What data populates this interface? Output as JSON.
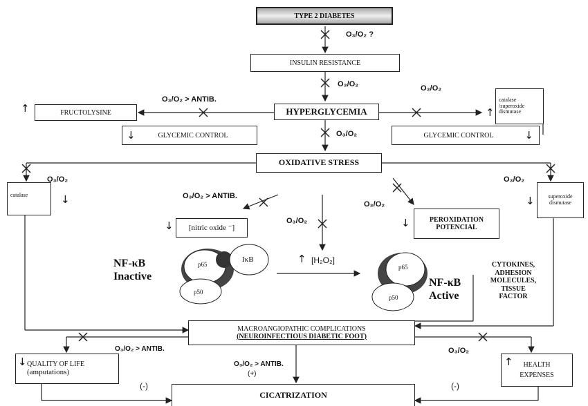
{
  "title": "TYPE 2 DIABETES",
  "ozone_question": "O₃/O₂ ?",
  "insulin_resistance": "INSULIN RESISTANCE",
  "ozone": "O₃/O₂",
  "ozone_antib": "O₃/O₂ > ANTIB.",
  "ozone_antib_plus": "(+)",
  "hyperglycemia": "HYPERGLYCEMIA",
  "fructolysine": "FRUCTOLYSINE",
  "glycemic_control": "GLYCEMIC CONTROL",
  "catalase_sod": "catalase /superoxide dismutase",
  "oxidative_stress": "OXIDATIVE STRESS",
  "catalase": "catalase",
  "superoxide_dismutase": "superoxide dismutase",
  "nitric_oxide": "[nitric oxide ⁻]",
  "h2o2": "[H₂O₂]",
  "peroxidation": "PEROXIDATION POTENCIAL",
  "nfkb_inactive": "NF-κB Inactive",
  "nfkb_active": "NF-κB Active",
  "p65": "p65",
  "p50": "p50",
  "ikb": "IκB",
  "cytokines": "CYTOKINES, ADHESION MOLECULES, TISSUE FACTOR",
  "macro_line1": "MACROANGIOPATHIC COMPLICATIONS",
  "macro_line2": "(NEUROINFECTIOUS DIABETIC FOOT)",
  "quality_of_life": "QUALITY OF LIFE",
  "amputations": "(amputations)",
  "health_expenses_1": "HEALTH",
  "health_expenses_2": "EXPENSES",
  "minus": "(-)",
  "cicatrization": "CICATRIZATION",
  "icons": {
    "up": "up-arrow-icon",
    "down": "down-arrow-icon",
    "block": "block-x-icon"
  }
}
